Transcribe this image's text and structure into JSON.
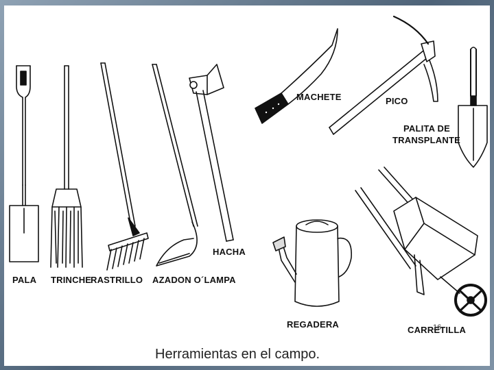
{
  "slide": {
    "caption": "Herramientas en el campo.",
    "page_number": "16"
  },
  "tools": {
    "pala": "PALA",
    "trinche": "TRINCHE",
    "rastrillo": "RASTRILLO",
    "azadon": "AZADON O´LAMPA",
    "hacha": "HACHA",
    "machete": "MACHETE",
    "pico": "PICO",
    "palita_1": "PALITA DE",
    "palita_2": "TRANSPLANTE",
    "regadera": "REGADERA",
    "carretilla": "CARRETILLA"
  }
}
